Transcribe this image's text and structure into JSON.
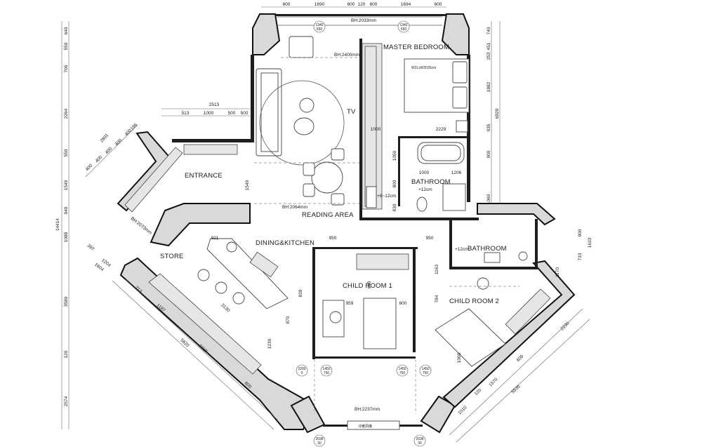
{
  "rooms": {
    "master_bedroom": "MASTER BEDROOM",
    "bathroom_master": "BATHROOM",
    "bathroom_2": "BATHROOM",
    "entrance": "ENTRANCE",
    "reading_area": "READING AREA",
    "dining_kitchen": "DINING&KITCHEN",
    "store": "STORE",
    "child_room_1": "CHILD ROOM 1",
    "child_room_2": "CHILD ROOM 2",
    "tv": "TV"
  },
  "annotations": {
    "bh_top": "BH:2033mm",
    "bh_master": "BH:2400mm",
    "bh_reading": "BH:2064mm",
    "bh_entrance": "BH:2073mm",
    "bh_bottom": "BH:2237mm",
    "bath_offset_1": "+8~12cm",
    "bath_offset_2": "+12cm",
    "bath_offset_3": "+12cm",
    "bed_size": "W2LxW2035cm",
    "bottom_unit_label": "冷暖风機"
  },
  "dimensions": {
    "top": [
      "600",
      "1690",
      "600",
      "120",
      "600",
      "1694",
      "600"
    ],
    "left": [
      "640",
      "550",
      "706",
      "2264",
      "550",
      "1549",
      "940",
      "1088",
      "3580",
      "120",
      "2574"
    ],
    "left_total": "14414",
    "right": [
      "740",
      "451",
      "253",
      "1882",
      "935",
      "900",
      "1060"
    ],
    "right_total": "6920",
    "right_lower": [
      "900",
      "733",
      "1633"
    ],
    "entrance_row": [
      "513",
      "1000",
      "500",
      "500"
    ],
    "entrance_total": "2513",
    "entrance_diag": [
      "400",
      "400",
      "400",
      "400",
      "400",
      "196",
      "2801"
    ],
    "store_diag": [
      "397",
      "1204",
      "1604"
    ],
    "kitchen_diag": [
      "713",
      "1187",
      "5820",
      "3319",
      "3130",
      "600"
    ],
    "kitchen_vertical": [
      "839",
      "870",
      "1230"
    ],
    "master": [
      "1000",
      "2229",
      "1050",
      "800",
      "830",
      "1000",
      "1206"
    ],
    "child_1": [
      "950",
      "940",
      "959",
      "600"
    ],
    "child_2_top": [
      "950",
      "1163",
      "784"
    ],
    "child_2_lower": [
      "1170",
      "2230",
      "609",
      "1570",
      "5536",
      "1010",
      "120",
      "1000"
    ],
    "reading": [
      "1549",
      "921"
    ],
    "window_tags": [
      "1340\n650",
      "1340\n650",
      "2200\n0",
      "1450\n750",
      "1450\n750",
      "1450\n750",
      "2038\n30",
      "2038\n30"
    ]
  },
  "colors": {
    "wall": "#1e1e1e",
    "hatch": "#d9d9d9",
    "line": "#555555"
  }
}
